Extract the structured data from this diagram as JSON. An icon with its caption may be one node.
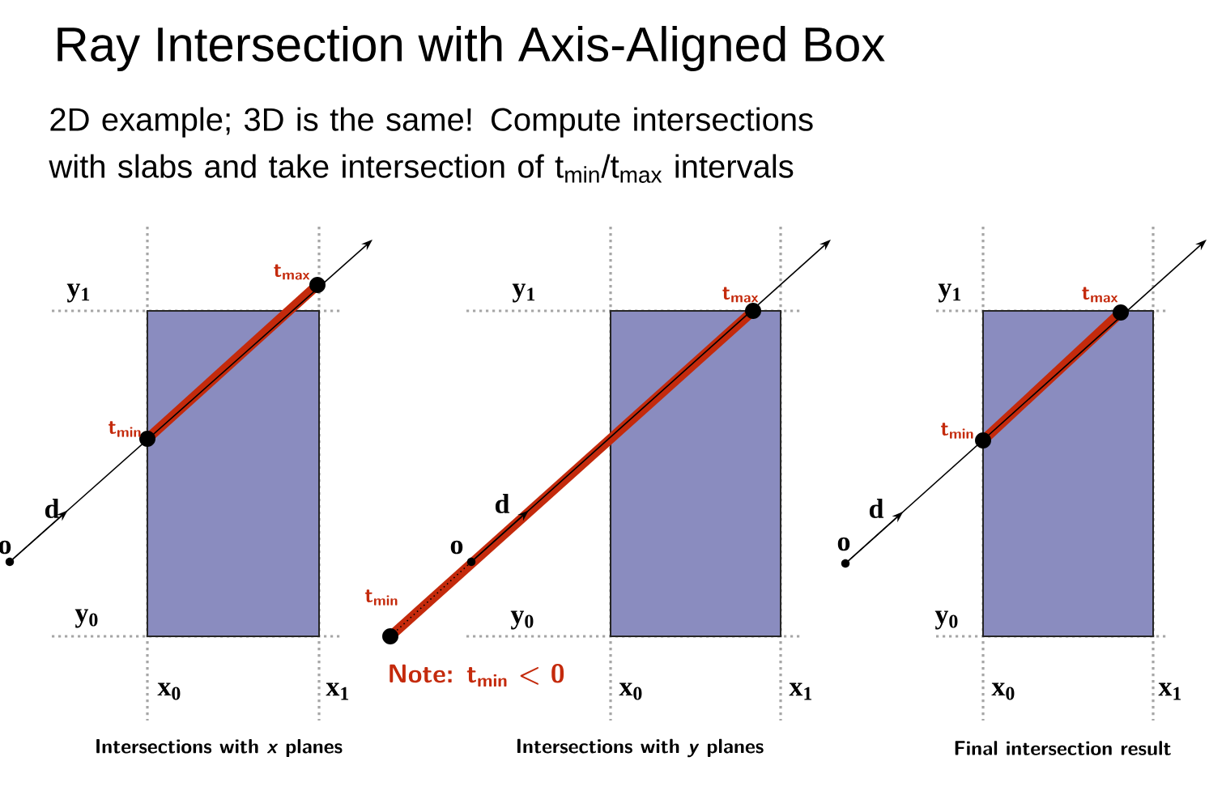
{
  "diagram": {
    "title": "Ray Intersection with Axis-Aligned Box",
    "caption": "2D example; 3D is the same!  Compute intersections with slabs and take intersection of t$_{min}$/t$_{max}$ intervals",
    "labels": [
      "t$_{max}$",
      "y$_{1}$",
      "t$_{min}$",
      "d",
      "o",
      "y$_{0}$",
      "x$_{0}$",
      "x$_{1}$",
      "Intersections with *x* planes",
      "y$_{1}$",
      "t$_{max}$",
      "d",
      "o",
      "t$_{min}$",
      "y$_{0}$",
      "Note:  t$_{min}$ < 0",
      "x$_{0}$",
      "x$_{1}$",
      "Intersections with *y* planes",
      "y$_{1}$",
      "t$_{max}$",
      "t$_{min}$",
      "d",
      "o",
      "y$_{0}$",
      "x$_{0}$",
      "x$_{1}$",
      "Final intersection result"
    ]
  }
}
